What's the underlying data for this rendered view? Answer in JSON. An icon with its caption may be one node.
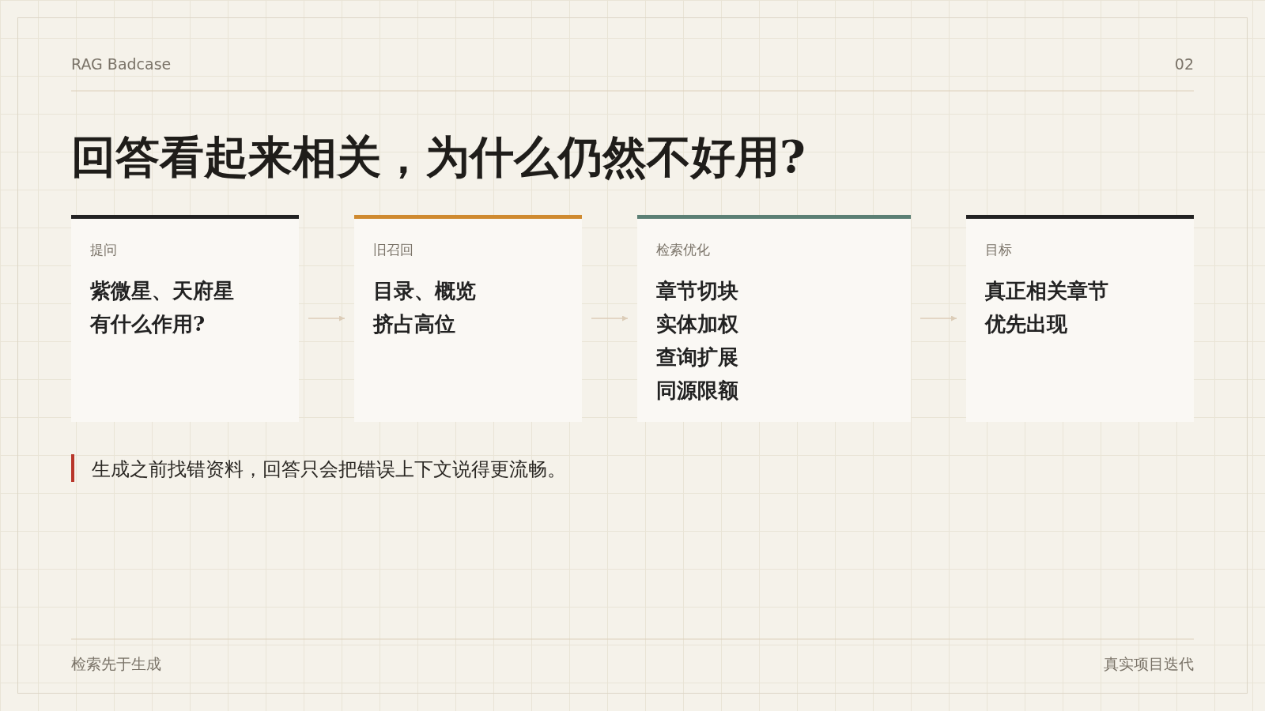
{
  "diagram": {
    "title": "回答看起来相关，为什么仍然不好用?",
    "nodes": [
      {
        "text": [
          "提问",
          "紫微星、天府星有什么作用?"
        ]
      },
      {
        "text": [
          "旧召回",
          "目录、概览挤占高位"
        ]
      },
      {
        "text": [
          "检索优化",
          "章节切块实体加权查询扩展同源限额"
        ]
      },
      {
        "text": [
          "目标",
          "真正相关章节优先出现"
        ]
      }
    ],
    "edges": [
      {
        "from": 0,
        "to": 1,
        "arrow": "to"
      },
      {
        "from": 1,
        "to": 2,
        "arrow": "to"
      },
      {
        "from": 2,
        "to": 3,
        "arrow": "to"
      }
    ],
    "labels": [
      "RAG Badcase",
      "02",
      "生成之前找错资料，回答只会把错误上下文说得更流畅。",
      "检索先于生成",
      "真实项目迭代"
    ]
  }
}
